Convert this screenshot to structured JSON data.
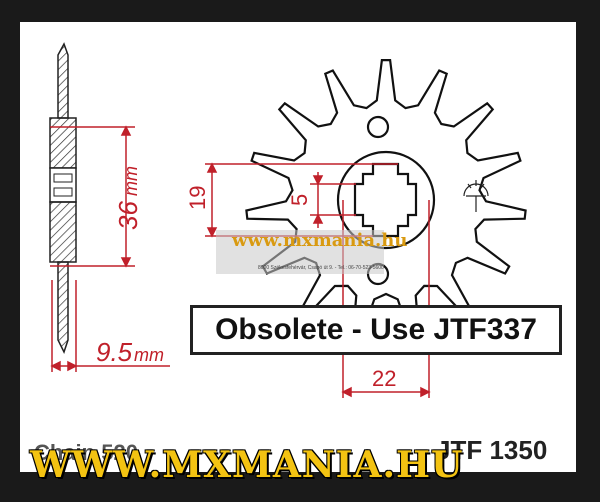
{
  "dimensions": {
    "height_36": "36",
    "height_unit": "mm",
    "width_95": "9.5",
    "width_unit": "mm",
    "spline_19": "19",
    "spline_5": "5",
    "spline_22": "22"
  },
  "notice": "Obsolete - Use JTF337",
  "part_code": "JTF 1350",
  "chain_label": "Chain 520",
  "watermark": {
    "main": "WWW.MXMANIA.HU",
    "band": "www.mxmania.hu",
    "band_sub": "8000 Székesfehérvár, Csapó út 9. - Tel.: 06-70-523-5600"
  },
  "colors": {
    "dimension_red": "#c0202a",
    "watermark_yellow": "#f3c312",
    "frame": "#1a1a1a"
  }
}
